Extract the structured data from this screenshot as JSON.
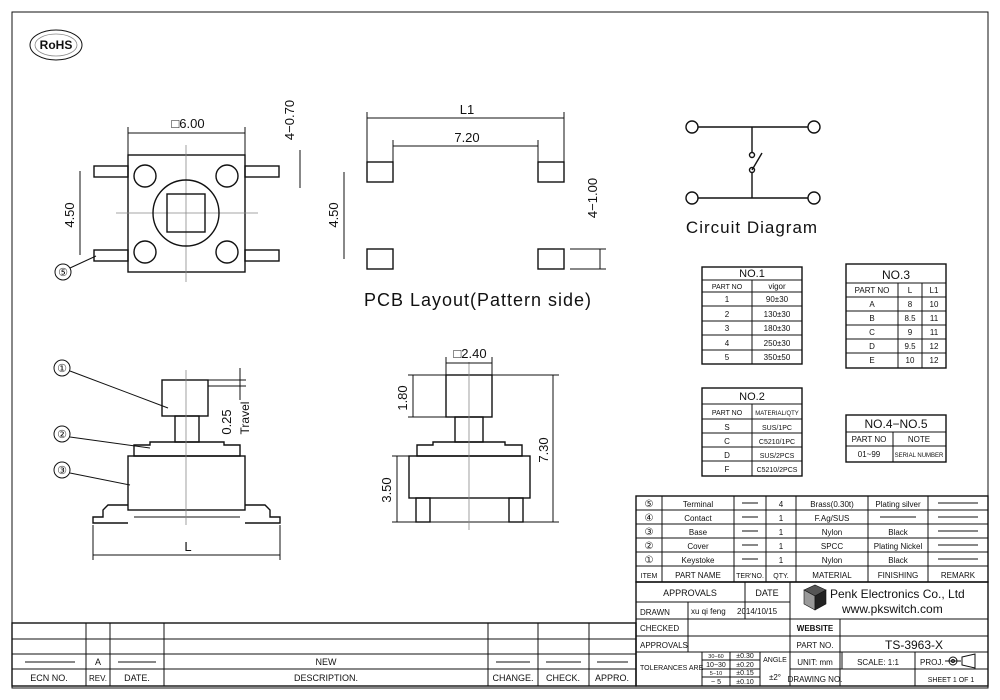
{
  "rohs": "RoHS",
  "top_view": {
    "dim_width": "□6.00",
    "dim_height": "4.50",
    "dim_pin": "4−0.70",
    "callout": "⑤"
  },
  "pcb": {
    "dim_l1": "L1",
    "dim_720": "7.20",
    "dim_450": "4.50",
    "dim_100": "4−1.00",
    "title": "PCB Layout(Pattern side)"
  },
  "circuit_title": "Circuit Diagram",
  "side_view": {
    "callouts": [
      "①",
      "②",
      "③"
    ],
    "dim_025": "0.25",
    "travel": "Travel",
    "dim_L": "L"
  },
  "front_view": {
    "dim_240": "□2.40",
    "dim_180": "1.80",
    "dim_730": "7.30",
    "dim_350": "3.50"
  },
  "table_no1": {
    "title": "NO.1",
    "headers": [
      "PART NO",
      "vigor"
    ],
    "rows": [
      [
        "1",
        "90±30"
      ],
      [
        "2",
        "130±30"
      ],
      [
        "3",
        "180±30"
      ],
      [
        "4",
        "250±30"
      ],
      [
        "5",
        "350±50"
      ]
    ]
  },
  "table_no2": {
    "title": "NO.2",
    "headers": [
      "PART NO",
      "MATERIAL/QTY"
    ],
    "rows": [
      [
        "S",
        "SUS/1PC"
      ],
      [
        "C",
        "C5210/1PC"
      ],
      [
        "D",
        "SUS/2PCS"
      ],
      [
        "F",
        "C5210/2PCS"
      ]
    ]
  },
  "table_no3": {
    "title": "NO.3",
    "headers": [
      "PART NO",
      "L",
      "L1"
    ],
    "rows": [
      [
        "A",
        "8",
        "10"
      ],
      [
        "B",
        "8.5",
        "11"
      ],
      [
        "C",
        "9",
        "11"
      ],
      [
        "D",
        "9.5",
        "12"
      ],
      [
        "E",
        "10",
        "12"
      ]
    ]
  },
  "table_no45": {
    "title": "NO.4−NO.5",
    "headers": [
      "PART NO",
      "NOTE"
    ],
    "rows": [
      [
        "01~99",
        "SERIAL NUMBER"
      ]
    ]
  },
  "bom": {
    "rows": [
      [
        "⑤",
        "Terminal",
        "",
        "4",
        "Brass(0.30t)",
        "Plating silver",
        ""
      ],
      [
        "④",
        "Contact",
        "",
        "1",
        "F.Ag/SUS",
        "",
        ""
      ],
      [
        "③",
        "Base",
        "",
        "1",
        "Nylon",
        "Black",
        ""
      ],
      [
        "②",
        "Cover",
        "",
        "1",
        "SPCC",
        "Plating Nickel",
        ""
      ],
      [
        "①",
        "Keystoke",
        "",
        "1",
        "Nylon",
        "Black",
        ""
      ]
    ],
    "headers": [
      "ITEM",
      "PART NAME",
      "TER'NO.",
      "QTY.",
      "MATERIAL",
      "FINISHING",
      "REMARK"
    ]
  },
  "approvals": {
    "header": "APPROVALS",
    "date": "DATE",
    "drawn": "DRAWN",
    "drawn_by": "xu qi feng",
    "drawn_date": "2014/10/15",
    "checked": "CHECKED",
    "approvals_row": "APPROVALS",
    "tolerances": "TOLERANCES ARE",
    "tol_ranges": [
      "30−60",
      "10−30",
      "5−10",
      "~ 5"
    ],
    "tol_values": [
      "±0.30",
      "±0.20",
      "±0.15",
      "±0.10"
    ],
    "angle": "ANGLE",
    "angle_value": "±2°"
  },
  "company": {
    "name": "Penk Electronics Co., Ltd",
    "url": "www.pkswitch.com",
    "website_label": "WEBSITE",
    "part_no_label": "PART NO.",
    "part_no": "TS-3963-X",
    "unit": "UNIT: mm",
    "scale": "SCALE:  1:1",
    "proj": "PROJ.",
    "drawing_no": "DRAWING NO.",
    "sheet": "SHEET   1 OF 1"
  },
  "revision": {
    "rev_value": "A",
    "desc_value": "NEW",
    "headers": [
      "ECN NO.",
      "REV.",
      "DATE.",
      "DESCRIPTION.",
      "CHANGE.",
      "CHECK.",
      "APPRO."
    ]
  }
}
